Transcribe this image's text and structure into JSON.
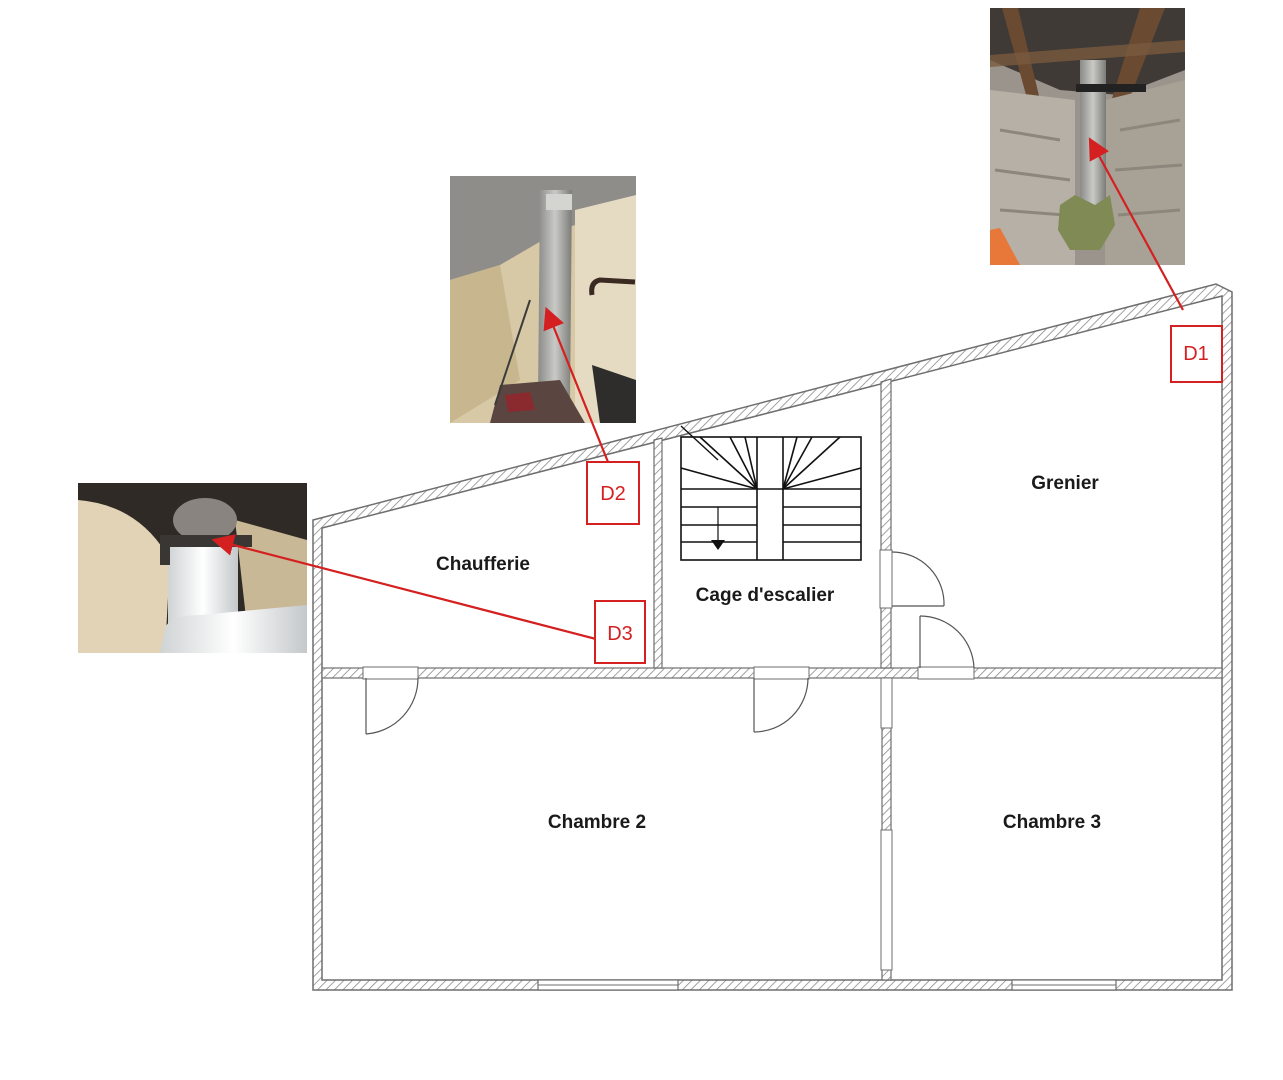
{
  "rooms": {
    "chaufferie": "Chaufferie",
    "cage_escalier": "Cage d'escalier",
    "grenier": "Grenier",
    "chambre2": "Chambre 2",
    "chambre3": "Chambre 3"
  },
  "markers": {
    "d1": "D1",
    "d2": "D2",
    "d3": "D3"
  },
  "colors": {
    "marker_red": "#d42020",
    "wall": "#7a7a7a"
  },
  "photos": {
    "d1": "photo-of-pipe-in-attic",
    "d2": "photo-of-pipe-in-chaufferie",
    "d3": "photo-of-pipe-elbow"
  }
}
